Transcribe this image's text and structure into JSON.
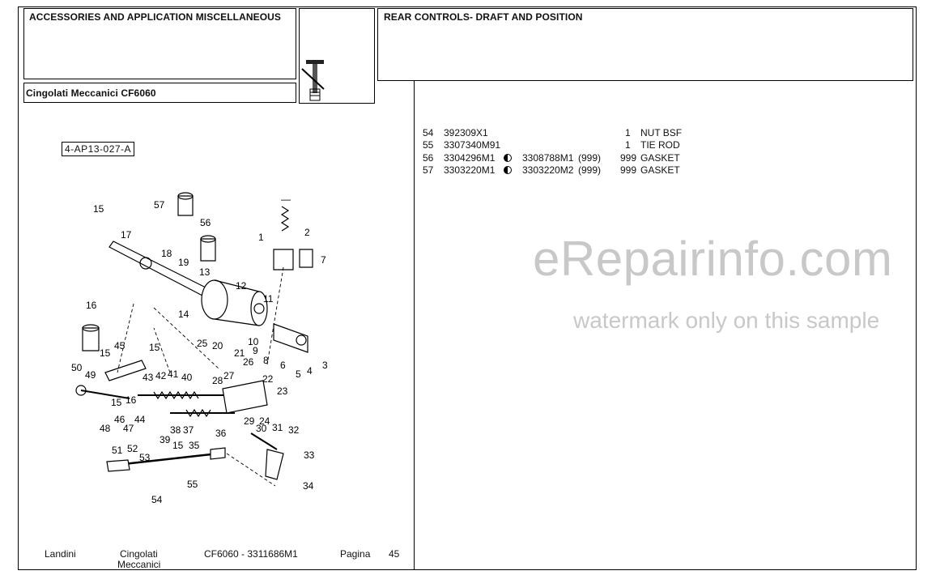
{
  "header": {
    "section_title": "ACCESSORIES AND APPLICATION MISCELLANEOUS",
    "group_title": "REAR CONTROLS- DRAFT AND POSITION",
    "model_label": "Cingolati Meccanici CF6060"
  },
  "diagram": {
    "code": "4-AP13-027-A",
    "callouts": [
      "1",
      "2",
      "3",
      "4",
      "5",
      "6",
      "7",
      "8",
      "9",
      "10",
      "11",
      "12",
      "13",
      "14",
      "15",
      "16",
      "17",
      "18",
      "19",
      "20",
      "21",
      "22",
      "23",
      "24",
      "25",
      "26",
      "27",
      "28",
      "29",
      "30",
      "31",
      "32",
      "33",
      "34",
      "35",
      "36",
      "37",
      "38",
      "39",
      "40",
      "41",
      "42",
      "43",
      "44",
      "45",
      "46",
      "47",
      "48",
      "49",
      "50",
      "51",
      "52",
      "53",
      "54",
      "55",
      "56",
      "57"
    ]
  },
  "parts": [
    {
      "ref": "54",
      "part": "392309X1",
      "alt": "",
      "alt_qty": "",
      "qty": "1",
      "desc": "NUT BSF"
    },
    {
      "ref": "55",
      "part": "3307340M91",
      "alt": "",
      "alt_qty": "",
      "qty": "1",
      "desc": "TIE ROD"
    },
    {
      "ref": "56",
      "part": "3304296M1",
      "alt": "3308788M1",
      "alt_qty": "(999)",
      "qty": "999",
      "desc": "GASKET"
    },
    {
      "ref": "57",
      "part": "3303220M1",
      "alt": "3303220M2",
      "alt_qty": "(999)",
      "qty": "999",
      "desc": "GASKET"
    }
  ],
  "footer": {
    "brand": "Landini",
    "category_line1": "Cingolati",
    "category_line2": "Meccanici",
    "model_ref": "CF6060 - 3311686M1",
    "page_label": "Pagina",
    "page_number": "45"
  },
  "watermark": {
    "main": "eRepairinfo.com",
    "sub": "watermark only on this sample"
  },
  "icons": [
    "valve-pin-icon"
  ]
}
